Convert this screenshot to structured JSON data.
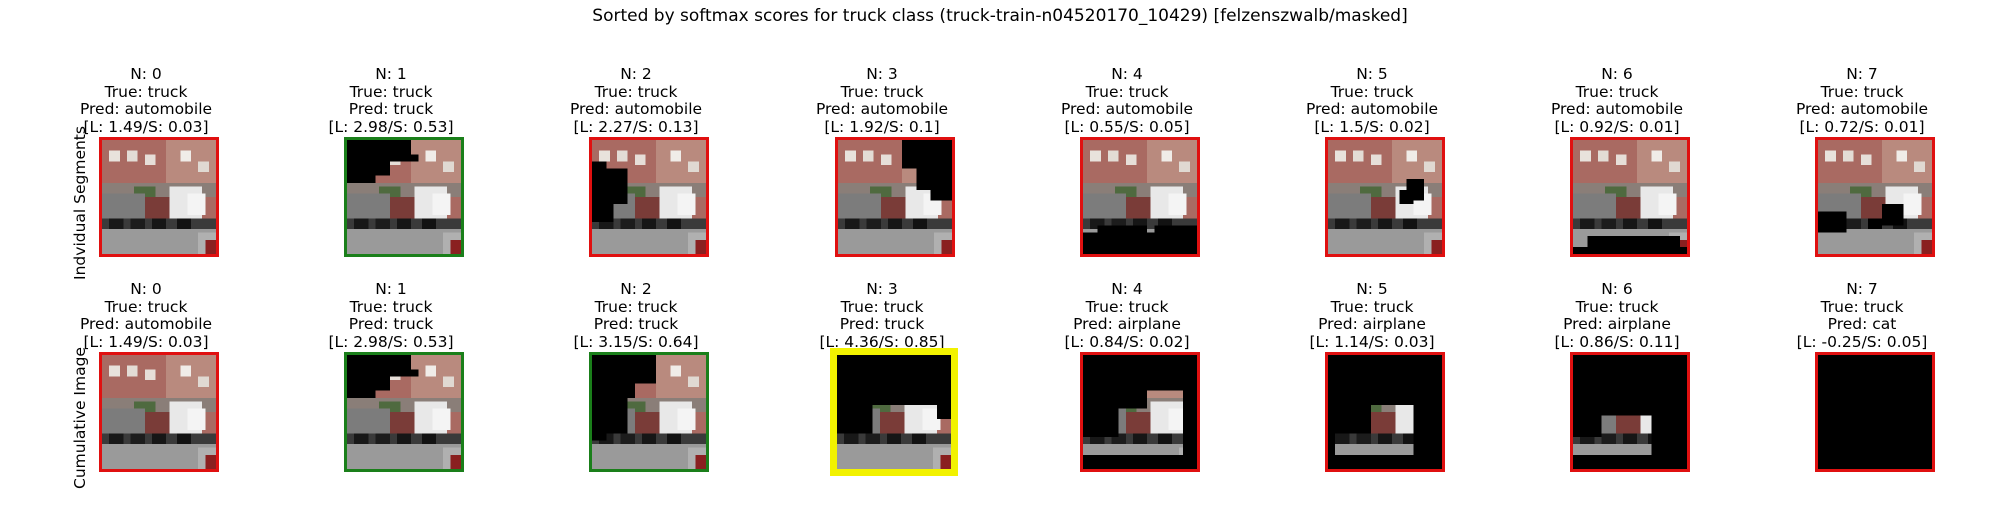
{
  "title": "Sorted by softmax scores for truck class (truck-train-n04520170_10429) [felzenszwalb/masked]",
  "rows": [
    {
      "label": "Indvidual Segments",
      "cells": [
        {
          "n": "N: 0",
          "true_label": "True: truck",
          "pred": "Pred: automobile",
          "scores": "[L: 1.49/S: 0.03]",
          "border": "#e01010",
          "mask": "none"
        },
        {
          "n": "N: 1",
          "true_label": "True: truck",
          "pred": "Pred: truck",
          "scores": "[L: 2.98/S: 0.53]",
          "border": "#1a7f1a",
          "mask": "top-left"
        },
        {
          "n": "N: 2",
          "true_label": "True: truck",
          "pred": "Pred: automobile",
          "scores": "[L: 2.27/S: 0.13]",
          "border": "#e01010",
          "mask": "left-mid"
        },
        {
          "n": "N: 3",
          "true_label": "True: truck",
          "pred": "Pred: automobile",
          "scores": "[L: 1.92/S: 0.1]",
          "border": "#e01010",
          "mask": "top-right"
        },
        {
          "n": "N: 4",
          "true_label": "True: truck",
          "pred": "Pred: automobile",
          "scores": "[L: 0.55/S: 0.05]",
          "border": "#e01010",
          "mask": "bottom"
        },
        {
          "n": "N: 5",
          "true_label": "True: truck",
          "pred": "Pred: automobile",
          "scores": "[L: 1.5/S: 0.02]",
          "border": "#e01010",
          "mask": "right-spot"
        },
        {
          "n": "N: 6",
          "true_label": "True: truck",
          "pred": "Pred: automobile",
          "scores": "[L: 0.92/S: 0.01]",
          "border": "#e01010",
          "mask": "bottom-strip"
        },
        {
          "n": "N: 7",
          "true_label": "True: truck",
          "pred": "Pred: automobile",
          "scores": "[L: 0.72/S: 0.01]",
          "border": "#e01010",
          "mask": "lower-left"
        }
      ]
    },
    {
      "label": "Cumulative Image",
      "cells": [
        {
          "n": "N: 0",
          "true_label": "True: truck",
          "pred": "Pred: automobile",
          "scores": "[L: 1.49/S: 0.03]",
          "border": "#e01010",
          "mask": "none"
        },
        {
          "n": "N: 1",
          "true_label": "True: truck",
          "pred": "Pred: truck",
          "scores": "[L: 2.98/S: 0.53]",
          "border": "#1a7f1a",
          "mask": "top-left"
        },
        {
          "n": "N: 2",
          "true_label": "True: truck",
          "pred": "Pred: truck",
          "scores": "[L: 3.15/S: 0.64]",
          "border": "#1a7f1a",
          "mask": "cum-2"
        },
        {
          "n": "N: 3",
          "true_label": "True: truck",
          "pred": "Pred: truck",
          "scores": "[L: 4.36/S: 0.85]",
          "border": "#f2f200",
          "mask": "cum-3"
        },
        {
          "n": "N: 4",
          "true_label": "True: truck",
          "pred": "Pred: airplane",
          "scores": "[L: 0.84/S: 0.02]",
          "border": "#e01010",
          "mask": "cum-4"
        },
        {
          "n": "N: 5",
          "true_label": "True: truck",
          "pred": "Pred: airplane",
          "scores": "[L: 1.14/S: 0.03]",
          "border": "#e01010",
          "mask": "cum-5"
        },
        {
          "n": "N: 6",
          "true_label": "True: truck",
          "pred": "Pred: airplane",
          "scores": "[L: 0.86/S: 0.11]",
          "border": "#e01010",
          "mask": "cum-6"
        },
        {
          "n": "N: 7",
          "true_label": "True: truck",
          "pred": "Pred: cat",
          "scores": "[L: -0.25/S: 0.05]",
          "border": "#e01010",
          "mask": "all"
        }
      ]
    }
  ]
}
